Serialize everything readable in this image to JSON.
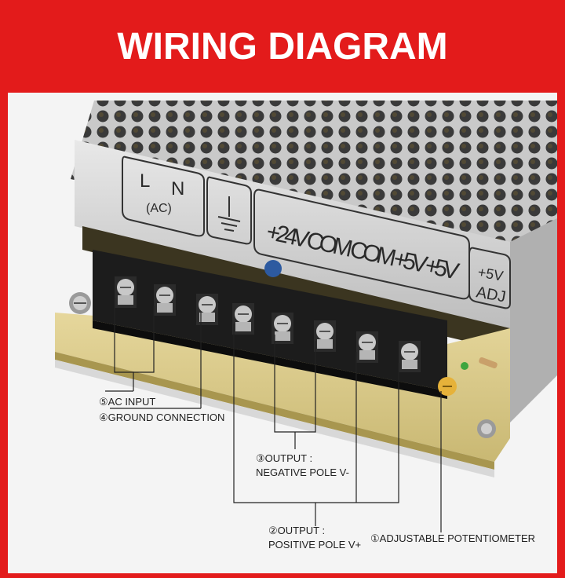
{
  "header": {
    "title": "WIRING DIAGRAM"
  },
  "silkscreen": {
    "l": "L",
    "n": "N",
    "ac": "(AC)",
    "voltage_labels": "+24V COM COM +5V +5V",
    "adj_line1": "+5V",
    "adj_line2": "ADJ"
  },
  "callouts": {
    "ac_input": "⑤AC INPUT",
    "ground": "④GROUND CONNECTION",
    "negative_line1": "③OUTPUT :",
    "negative_line2": "NEGATIVE POLE V-",
    "positive_line1": "②OUTPUT :",
    "positive_line2": "POSITIVE POLE V+",
    "potentiometer": "①ADJUSTABLE POTENTIOMETER"
  },
  "colors": {
    "header_bg": "#e31b1b",
    "panel_bg": "#f4f4f4",
    "pcb": "#d9c98a",
    "terminal": "#1c1c1c"
  }
}
